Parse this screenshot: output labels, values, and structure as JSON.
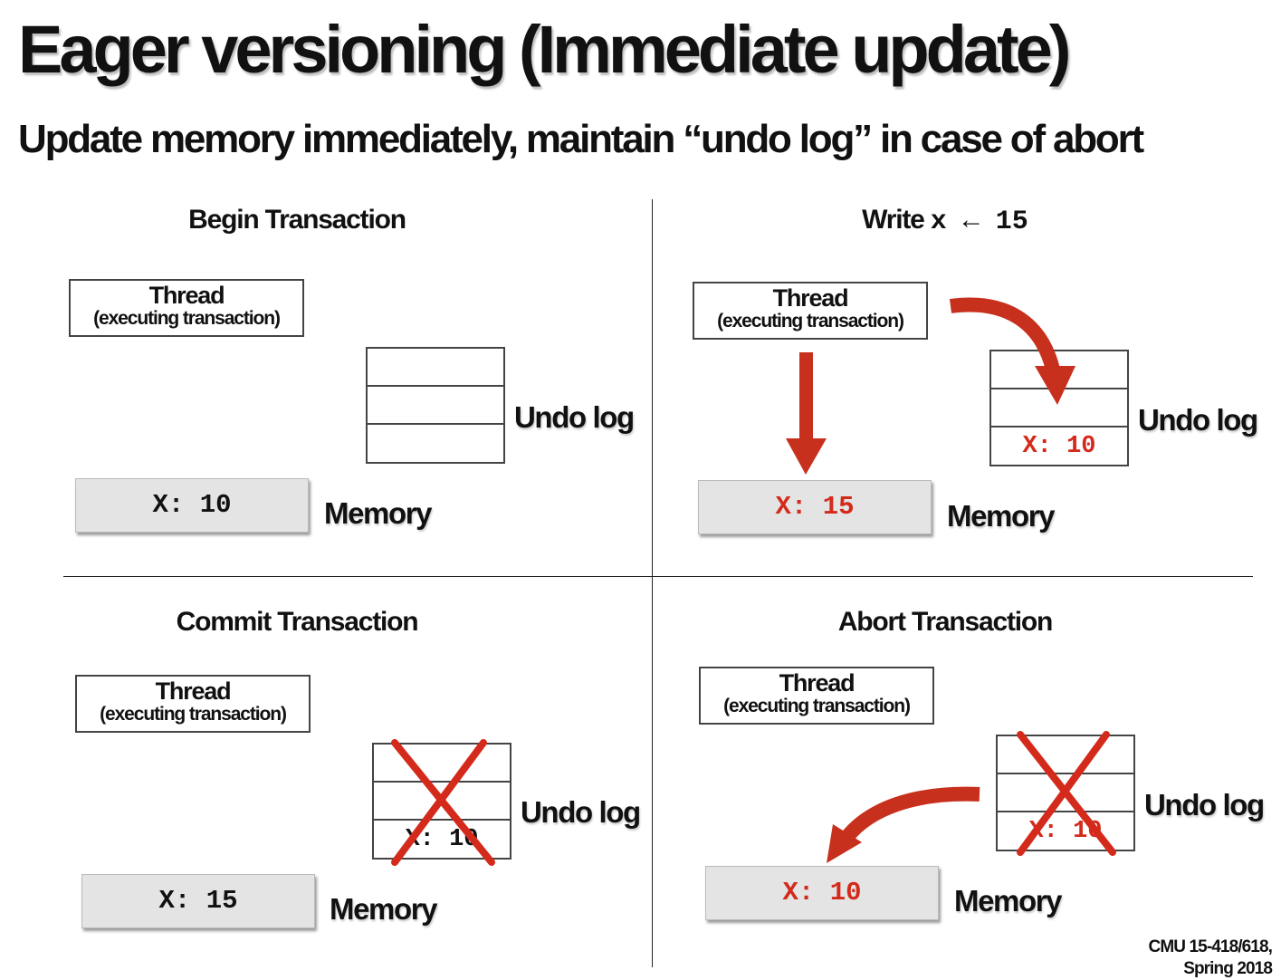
{
  "title": "Eager versioning (Immediate update)",
  "subtitle": "Update memory immediately, maintain “undo log” in case of abort",
  "quadrants": {
    "begin": {
      "title": "Begin Transaction",
      "thread_name": "Thread",
      "thread_sub": "(executing transaction)",
      "undo_rows": [
        "",
        "",
        ""
      ],
      "undo_label": "Undo log",
      "memory_value": "X: 10",
      "memory_label": "Memory"
    },
    "write": {
      "title_prefix": "Write",
      "title_code": "x ← 15",
      "thread_name": "Thread",
      "thread_sub": "(executing transaction)",
      "undo_rows": [
        "",
        "",
        "X: 10"
      ],
      "undo_label": "Undo log",
      "memory_value": "X: 15",
      "memory_label": "Memory"
    },
    "commit": {
      "title": "Commit Transaction",
      "thread_name": "Thread",
      "thread_sub": "(executing transaction)",
      "undo_rows": [
        "",
        "",
        "X: 10"
      ],
      "undo_label": "Undo log",
      "memory_value": "X: 15",
      "memory_label": "Memory"
    },
    "abort": {
      "title": "Abort Transaction",
      "thread_name": "Thread",
      "thread_sub": "(executing transaction)",
      "undo_rows": [
        "",
        "",
        "X: 10"
      ],
      "undo_label": "Undo log",
      "memory_value": "X: 10",
      "memory_label": "Memory"
    }
  },
  "footer": {
    "line1": "CMU 15-418/618,",
    "line2": "Spring 2018"
  },
  "colors": {
    "accent_red": "#d42a1b",
    "arrow_red": "#c8301e",
    "memory_fill": "#e4e4e4",
    "box_border": "#444444"
  }
}
